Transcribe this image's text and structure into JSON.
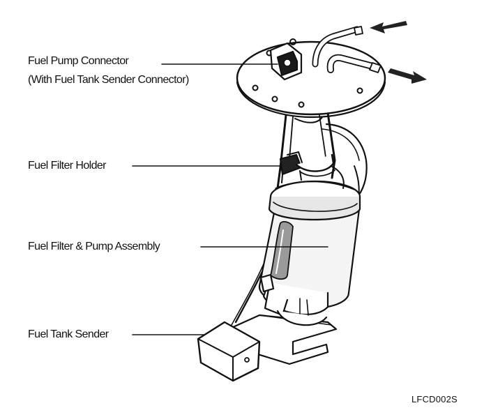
{
  "labels": {
    "connector_line1": "Fuel Pump Connector",
    "connector_line2": "(With Fuel Tank Sender Connector)",
    "filter_holder": "Fuel Filter Holder",
    "pump_assembly": "Fuel Filter & Pump Assembly",
    "tank_sender": "Fuel Tank Sender"
  },
  "figure_code": "LFCD002S",
  "colors": {
    "ink": "#111111",
    "fill_light": "#f2f2f2",
    "fill_mid": "#d6d6d6",
    "fill_dark": "#9a9a9a"
  }
}
